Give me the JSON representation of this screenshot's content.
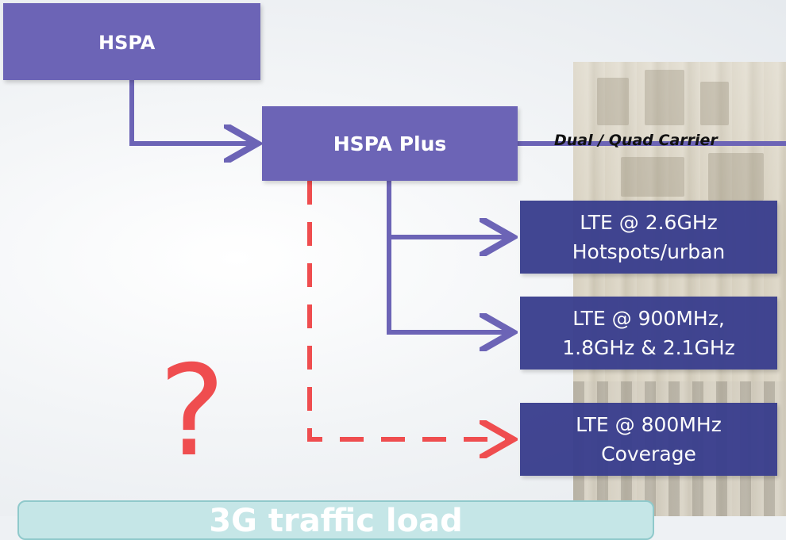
{
  "nodes": {
    "hspa": "HSPA",
    "hspa_plus": "HSPA Plus",
    "lte_26": [
      "LTE @ 2.6GHz",
      "Hotspots/urban"
    ],
    "lte_900": [
      "LTE @ 900MHz,",
      "1.8GHz & 2.1GHz"
    ],
    "lte_800": [
      "LTE @ 800MHz",
      "Coverage"
    ]
  },
  "labels": {
    "dual_quad": "Dual / Quad Carrier",
    "question": "?",
    "bottom_banner": "3G traffic load"
  },
  "colors": {
    "box_primary": "#6c64b6",
    "box_lte": "#3a3f8e",
    "arrow": "#6c64b6",
    "dashed_arrow": "#ef4d4f",
    "question_mark": "#ef4d4f",
    "banner_bg": "#c5e6e7"
  }
}
